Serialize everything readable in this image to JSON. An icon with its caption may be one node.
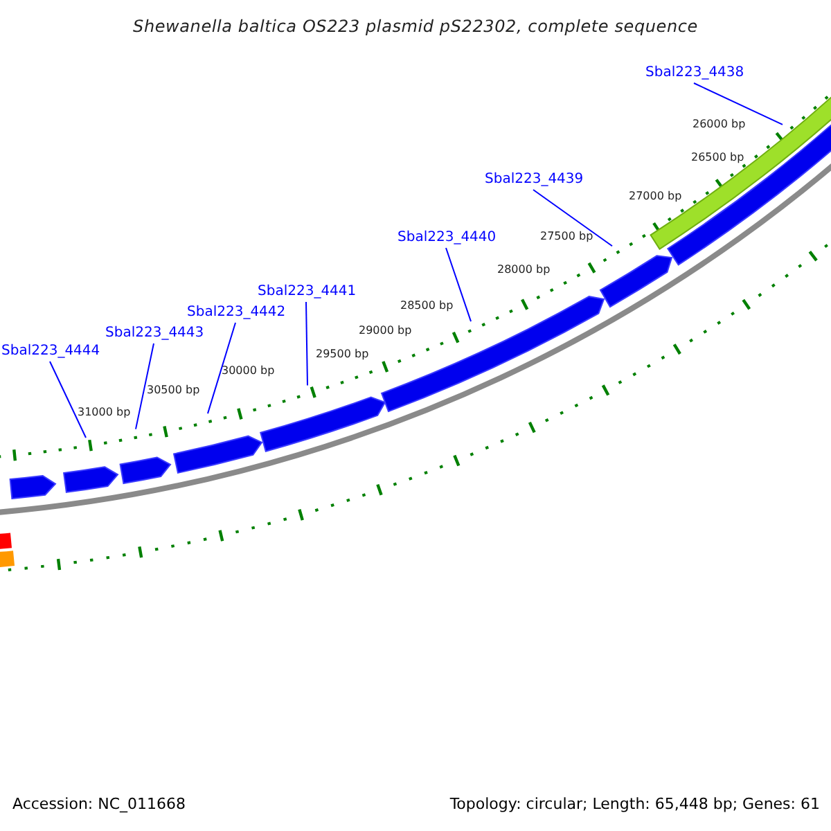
{
  "diagram": {
    "title": "Shewanella baltica OS223 plasmid pS22302, complete sequence",
    "nodes": [
      {
        "text": [
          "Sbal223_4438"
        ]
      },
      {
        "text": [
          "Sbal223_4439"
        ]
      },
      {
        "text": [
          "Sbal223_4440"
        ]
      },
      {
        "text": [
          "Sbal223_4441"
        ]
      },
      {
        "text": [
          "Sbal223_4442"
        ]
      },
      {
        "text": [
          "Sbal223_4443"
        ]
      },
      {
        "text": [
          "Sbal223_4444"
        ]
      }
    ],
    "edges": [
      {
        "from": 0,
        "to": null,
        "arrow": "none"
      },
      {
        "from": 1,
        "to": null,
        "arrow": "none"
      },
      {
        "from": 2,
        "to": null,
        "arrow": "none"
      },
      {
        "from": 3,
        "to": null,
        "arrow": "none"
      },
      {
        "from": 4,
        "to": null,
        "arrow": "none"
      },
      {
        "from": 5,
        "to": null,
        "arrow": "none"
      },
      {
        "from": 6,
        "to": null,
        "arrow": "none"
      }
    ],
    "labels": [
      "26000 bp",
      "26500 bp",
      "27000 bp",
      "27500 bp",
      "28000 bp",
      "28500 bp",
      "29000 bp",
      "29500 bp",
      "30000 bp",
      "30500 bp",
      "31000 bp",
      "Accession: NC_011668",
      "Topology: circular; Length: 65,448 bp; Genes: 61"
    ]
  }
}
